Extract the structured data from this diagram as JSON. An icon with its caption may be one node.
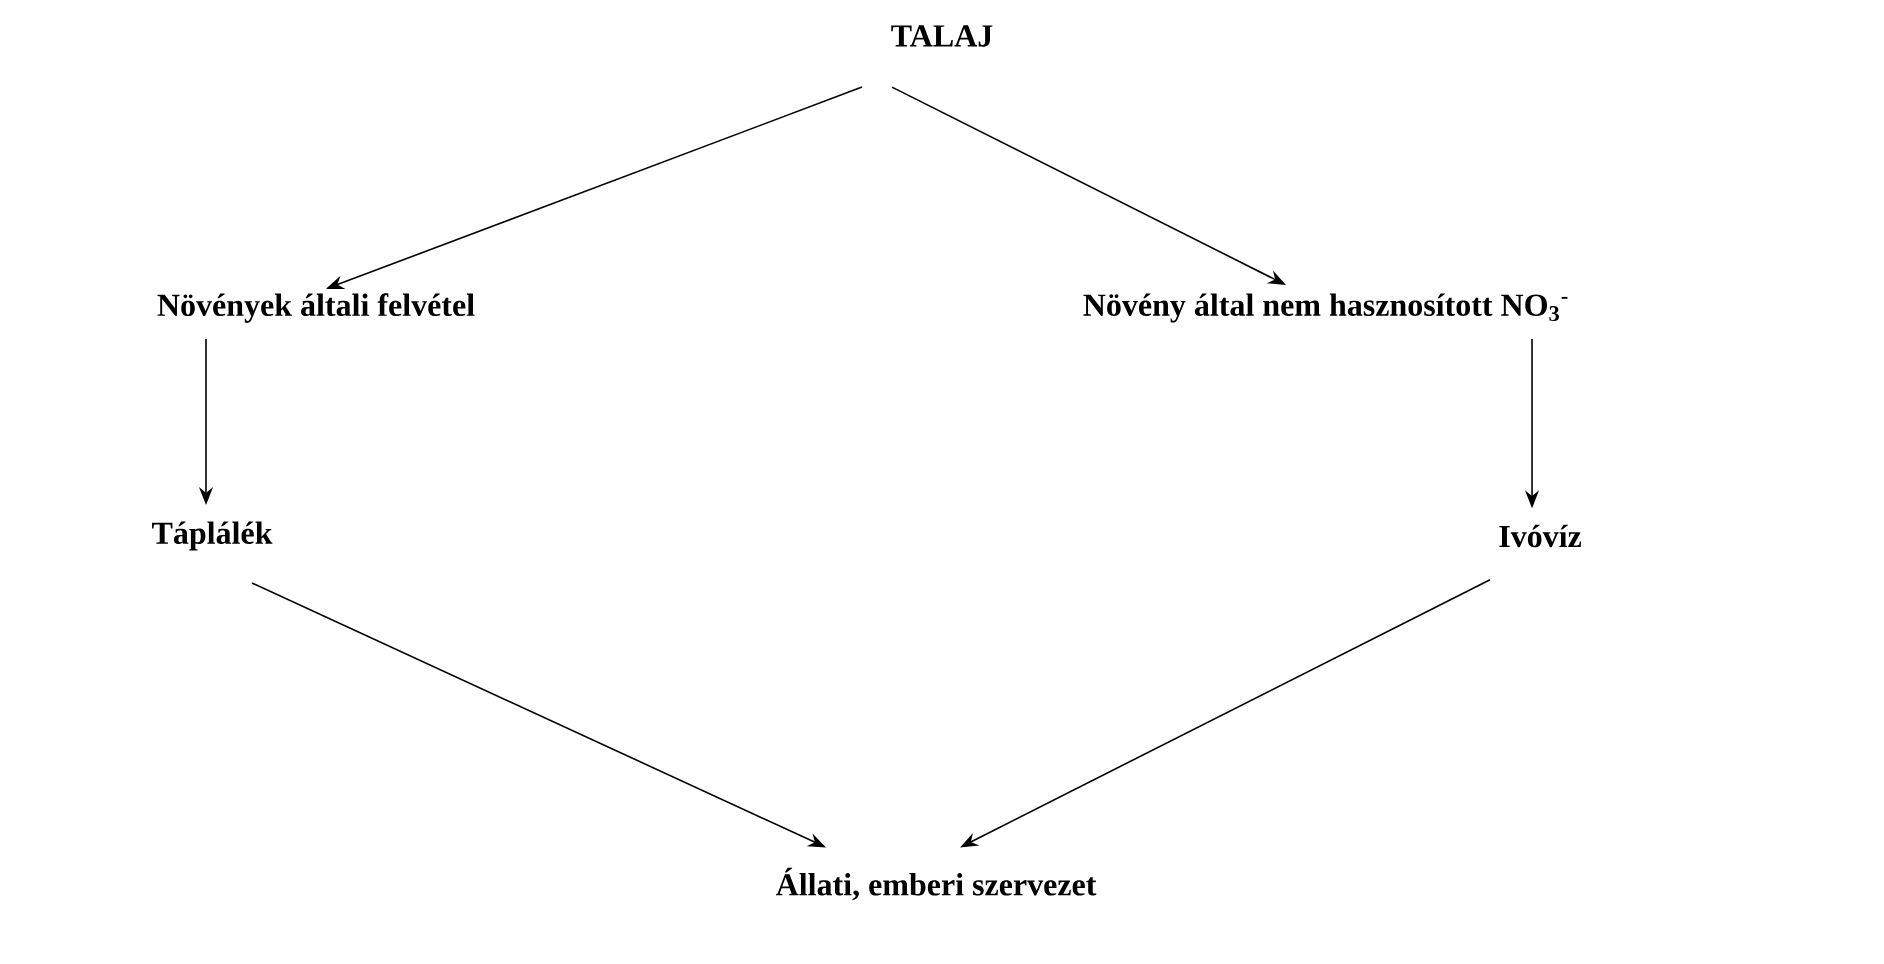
{
  "diagram": {
    "nodes": [
      {
        "text": [
          "TALAJ"
        ]
      },
      {
        "text": [
          "Növények általi felvétel"
        ]
      },
      {
        "text": [
          "Növény által nem hasznosított NO$_{3}$$^{-}$"
        ]
      },
      {
        "text": [
          "Táplálék"
        ]
      },
      {
        "text": [
          "Ivóvíz"
        ]
      },
      {
        "text": [
          "Állati, emberi szervezet"
        ]
      }
    ],
    "edges": [
      {
        "from": 0,
        "to": 1,
        "arrow": "to"
      },
      {
        "from": 0,
        "to": 2,
        "arrow": "to"
      },
      {
        "from": 1,
        "to": 3,
        "arrow": "to"
      },
      {
        "from": 2,
        "to": 4,
        "arrow": "to"
      },
      {
        "from": 3,
        "to": 5,
        "arrow": "to"
      },
      {
        "from": 4,
        "to": 5,
        "arrow": "to"
      }
    ]
  }
}
